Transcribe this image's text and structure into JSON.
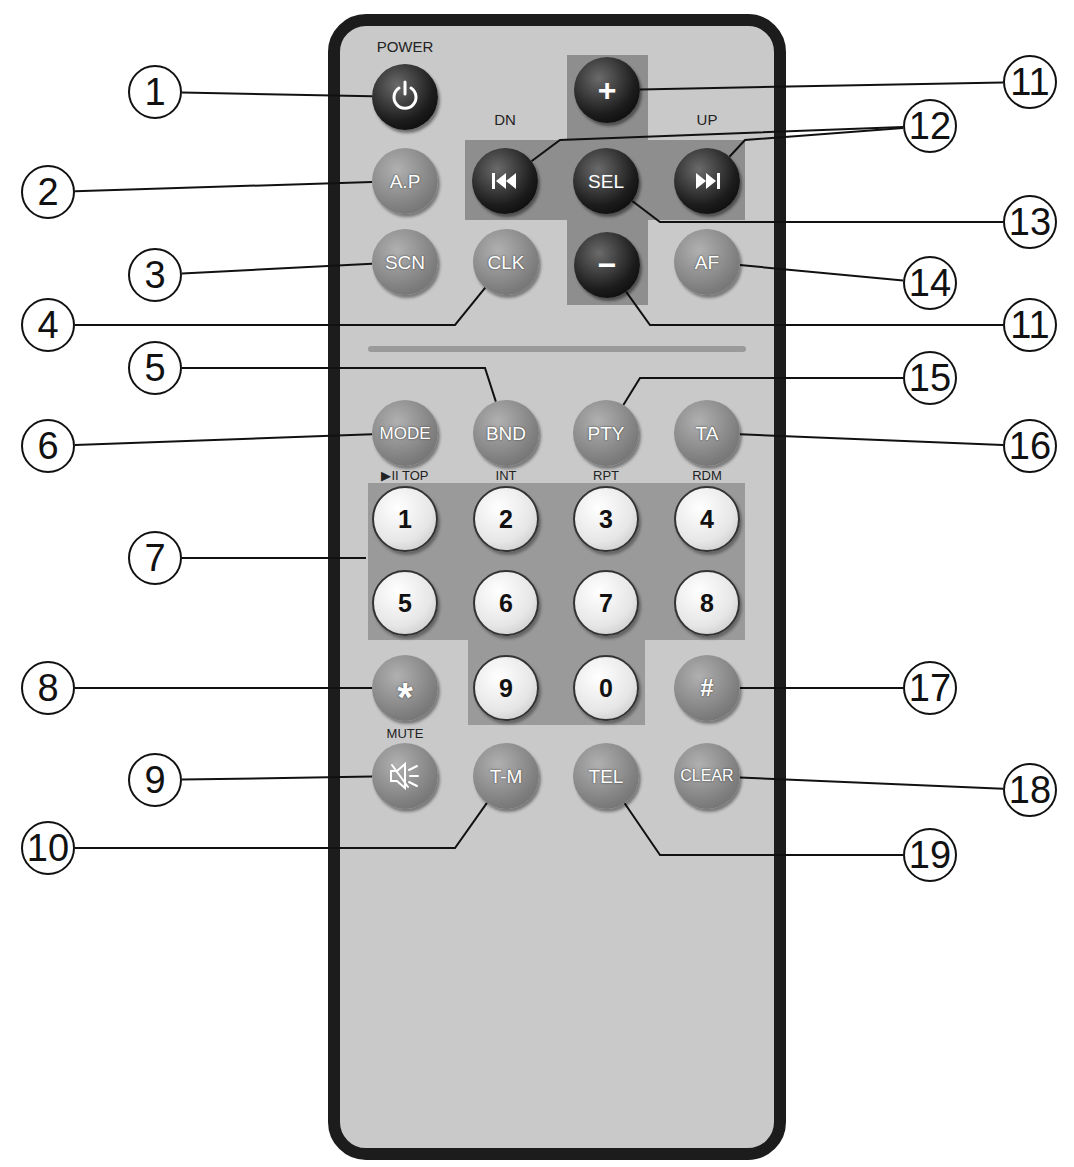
{
  "diagram": {
    "nodes": [
      {
        "text": [
          "POWER"
        ]
      },
      {
        "text": [
          "+"
        ]
      },
      {
        "text": [
          "DN"
        ]
      },
      {
        "text": [
          "SEL"
        ]
      },
      {
        "text": [
          "UP"
        ]
      },
      {
        "text": [
          "A.P"
        ]
      },
      {
        "text": [
          "SCN"
        ]
      },
      {
        "text": [
          "CLK"
        ]
      },
      {
        "text": [
          "−"
        ]
      },
      {
        "text": [
          "AF"
        ]
      },
      {
        "text": [
          "MODE"
        ]
      },
      {
        "text": [
          "BND"
        ]
      },
      {
        "text": [
          "PTY"
        ]
      },
      {
        "text": [
          "TA"
        ]
      },
      {
        "text": [
          "▶II TOP",
          "1"
        ]
      },
      {
        "text": [
          "INT",
          "2"
        ]
      },
      {
        "text": [
          "RPT",
          "3"
        ]
      },
      {
        "text": [
          "RDM",
          "4"
        ]
      },
      {
        "text": [
          "5"
        ]
      },
      {
        "text": [
          "6"
        ]
      },
      {
        "text": [
          "7"
        ]
      },
      {
        "text": [
          "8"
        ]
      },
      {
        "text": [
          "*"
        ]
      },
      {
        "text": [
          "9"
        ]
      },
      {
        "text": [
          "0"
        ]
      },
      {
        "text": [
          "#"
        ]
      },
      {
        "text": [
          "MUTE"
        ]
      },
      {
        "text": [
          "T-M"
        ]
      },
      {
        "text": [
          "TEL"
        ]
      },
      {
        "text": [
          "CLEAR"
        ]
      },
      {
        "text": [
          "1"
        ]
      },
      {
        "text": [
          "2"
        ]
      },
      {
        "text": [
          "3"
        ]
      },
      {
        "text": [
          "4"
        ]
      },
      {
        "text": [
          "5"
        ]
      },
      {
        "text": [
          "6"
        ]
      },
      {
        "text": [
          "7"
        ]
      },
      {
        "text": [
          "8"
        ]
      },
      {
        "text": [
          "9"
        ]
      },
      {
        "text": [
          "10"
        ]
      },
      {
        "text": [
          "11"
        ]
      },
      {
        "text": [
          "12"
        ]
      },
      {
        "text": [
          "13"
        ]
      },
      {
        "text": [
          "14"
        ]
      },
      {
        "text": [
          "11"
        ]
      },
      {
        "text": [
          "15"
        ]
      },
      {
        "text": [
          "16"
        ]
      },
      {
        "text": [
          "17"
        ]
      },
      {
        "text": [
          "18"
        ]
      },
      {
        "text": [
          "19"
        ]
      }
    ],
    "edges": [
      {
        "from": 30,
        "to": 0,
        "arrow": "none"
      },
      {
        "from": 31,
        "to": 5,
        "arrow": "none"
      },
      {
        "from": 32,
        "to": 6,
        "arrow": "none"
      },
      {
        "from": 33,
        "to": 7,
        "arrow": "none"
      },
      {
        "from": 34,
        "to": 11,
        "arrow": "none"
      },
      {
        "from": 35,
        "to": 10,
        "arrow": "none"
      },
      {
        "from": 37,
        "to": 22,
        "arrow": "none"
      },
      {
        "from": 38,
        "to": 26,
        "arrow": "none"
      },
      {
        "from": 39,
        "to": 27,
        "arrow": "none"
      },
      {
        "from": 40,
        "to": 1,
        "arrow": "none"
      },
      {
        "from": 41,
        "to": 2,
        "arrow": "none"
      },
      {
        "from": 41,
        "to": 4,
        "arrow": "none"
      },
      {
        "from": 42,
        "to": 3,
        "arrow": "none"
      },
      {
        "from": 43,
        "to": 9,
        "arrow": "none"
      },
      {
        "from": 44,
        "to": 8,
        "arrow": "none"
      },
      {
        "from": 45,
        "to": 12,
        "arrow": "none"
      },
      {
        "from": 46,
        "to": 13,
        "arrow": "none"
      },
      {
        "from": 47,
        "to": 25,
        "arrow": "none"
      },
      {
        "from": 48,
        "to": 29,
        "arrow": "none"
      },
      {
        "from": 49,
        "to": 28,
        "arrow": "none"
      }
    ]
  }
}
